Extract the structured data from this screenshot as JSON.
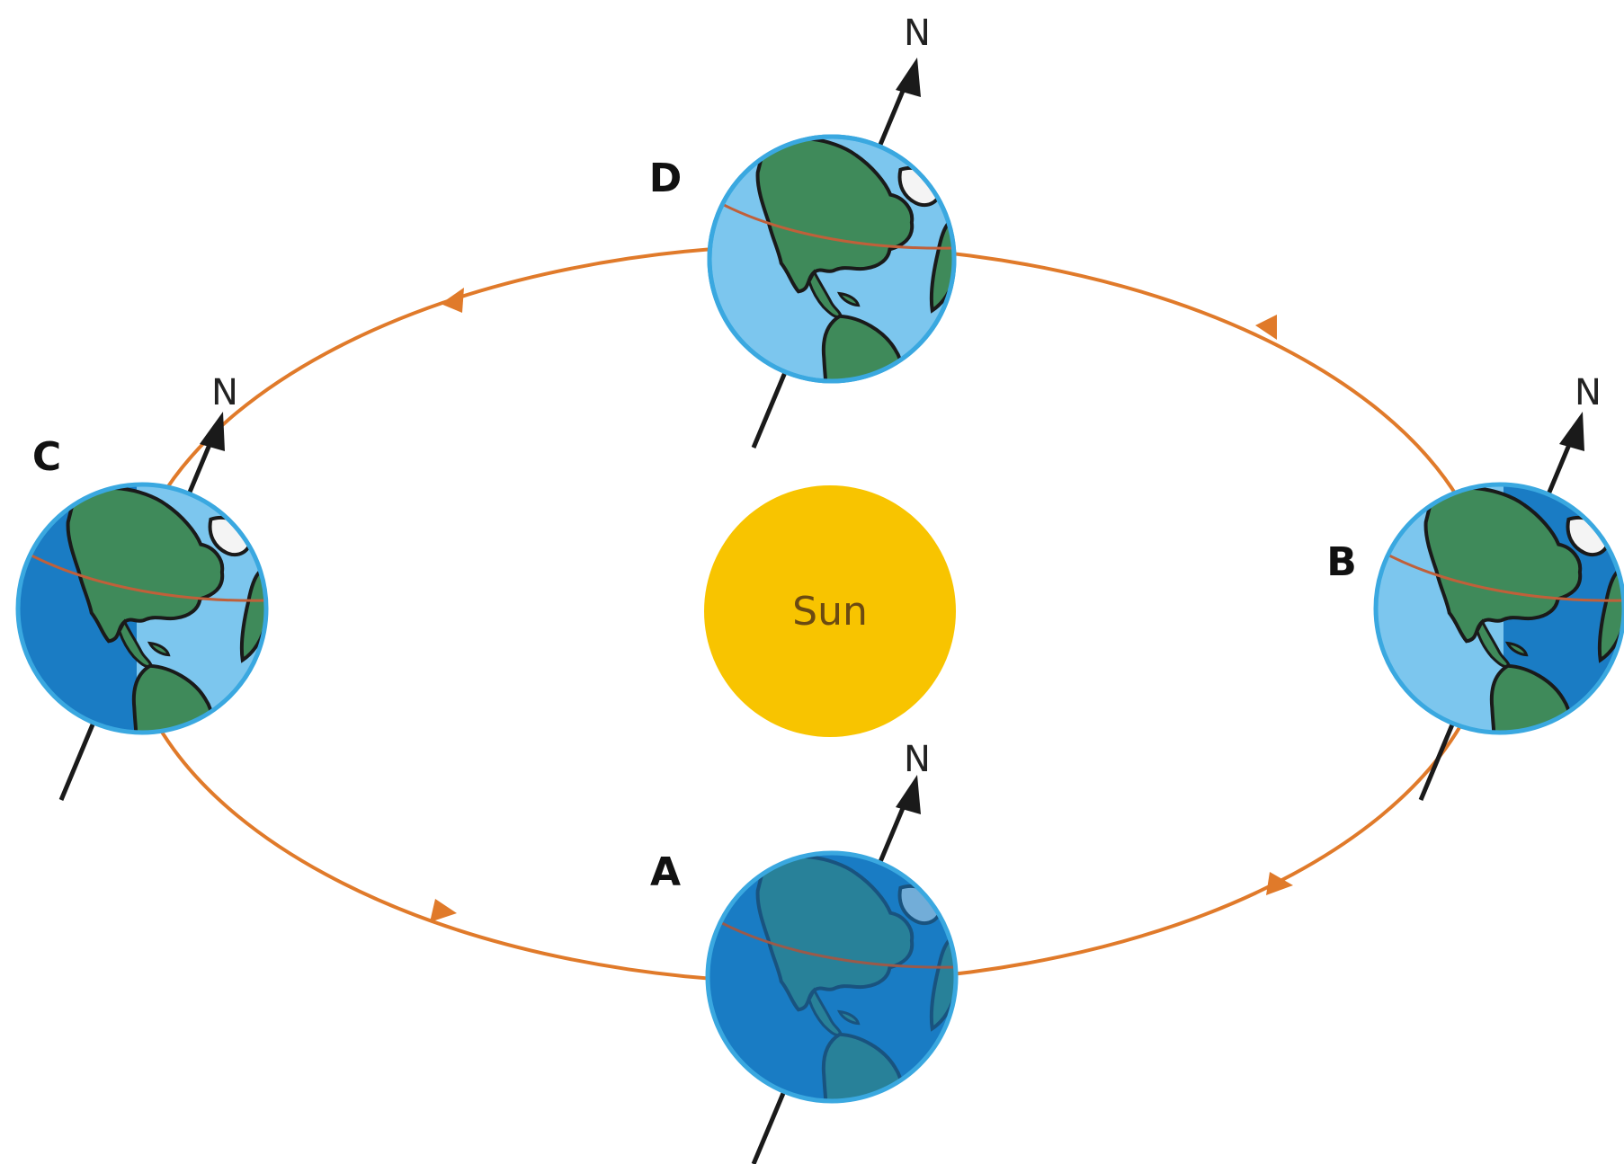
{
  "sun": {
    "label": "Sun",
    "color": "#f8c400"
  },
  "orbit": {
    "color": "#e07a2a"
  },
  "earth_colors": {
    "day_ocean": "#7cc6ee",
    "night_ocean": "#1a7cc4",
    "land": "#3f8a5a",
    "outline": "#1a1a1a",
    "equator": "#c0603a",
    "ice": "#f4f4f4"
  },
  "positions": [
    {
      "id": "A",
      "label": "A",
      "north_label": "N",
      "shading": "night"
    },
    {
      "id": "B",
      "label": "B",
      "north_label": "N",
      "shading": "half-night-right"
    },
    {
      "id": "C",
      "label": "C",
      "north_label": "N",
      "shading": "half-night-left"
    },
    {
      "id": "D",
      "label": "D",
      "north_label": "N",
      "shading": "day"
    }
  ]
}
